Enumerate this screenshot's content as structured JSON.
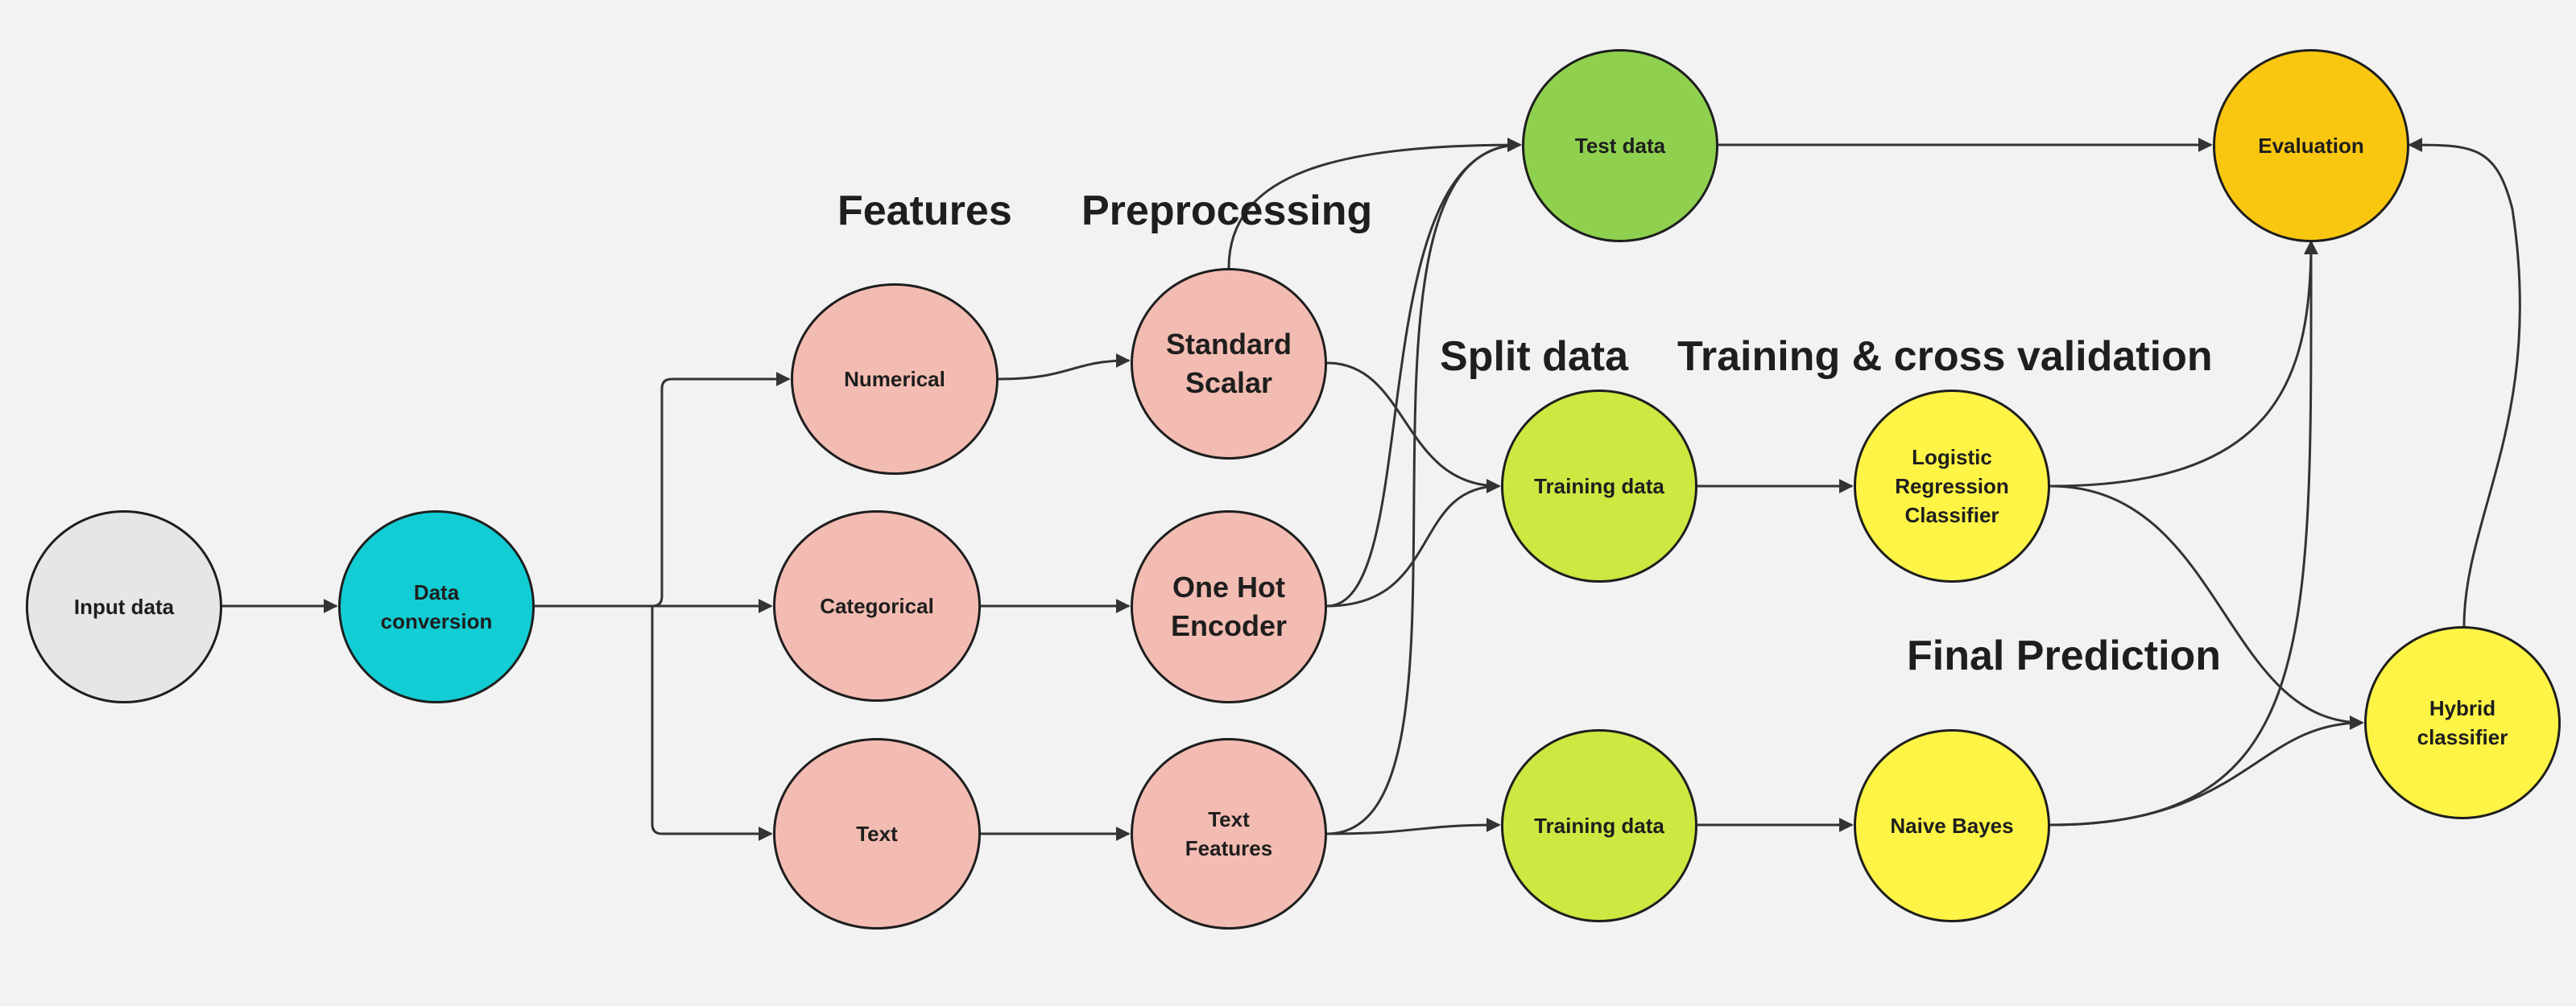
{
  "titles": {
    "features": "Features",
    "preprocessing": "Preprocessing",
    "split": "Split data",
    "training": "Training & cross validation",
    "final": "Final Prediction"
  },
  "nodes": {
    "input": "Input data",
    "conversion": "Data\nconversion",
    "numerical": "Numerical",
    "categorical": "Categorical",
    "text": "Text",
    "scalar": "Standard\nScalar",
    "onehot": "One Hot\nEncoder",
    "textfeatures": "Text\nFeatures",
    "testdata": "Test data",
    "trainingdata_top": "Training data",
    "trainingdata_bottom": "Training data",
    "logistic": "Logistic\nRegression\nClassifier",
    "naivebayes": "Naive Bayes",
    "hybrid": "Hybrid\nclassifier",
    "evaluation": "Evaluation"
  },
  "colors": {
    "background": "#f2f2f2",
    "gray": "#e6e6e6",
    "cyan": "#12cdd4",
    "pink": "#f3bcb2",
    "green": "#8fd14f",
    "lime": "#cee741",
    "yellow": "#fef445",
    "orange": "#fac710",
    "edge": "#333333"
  }
}
